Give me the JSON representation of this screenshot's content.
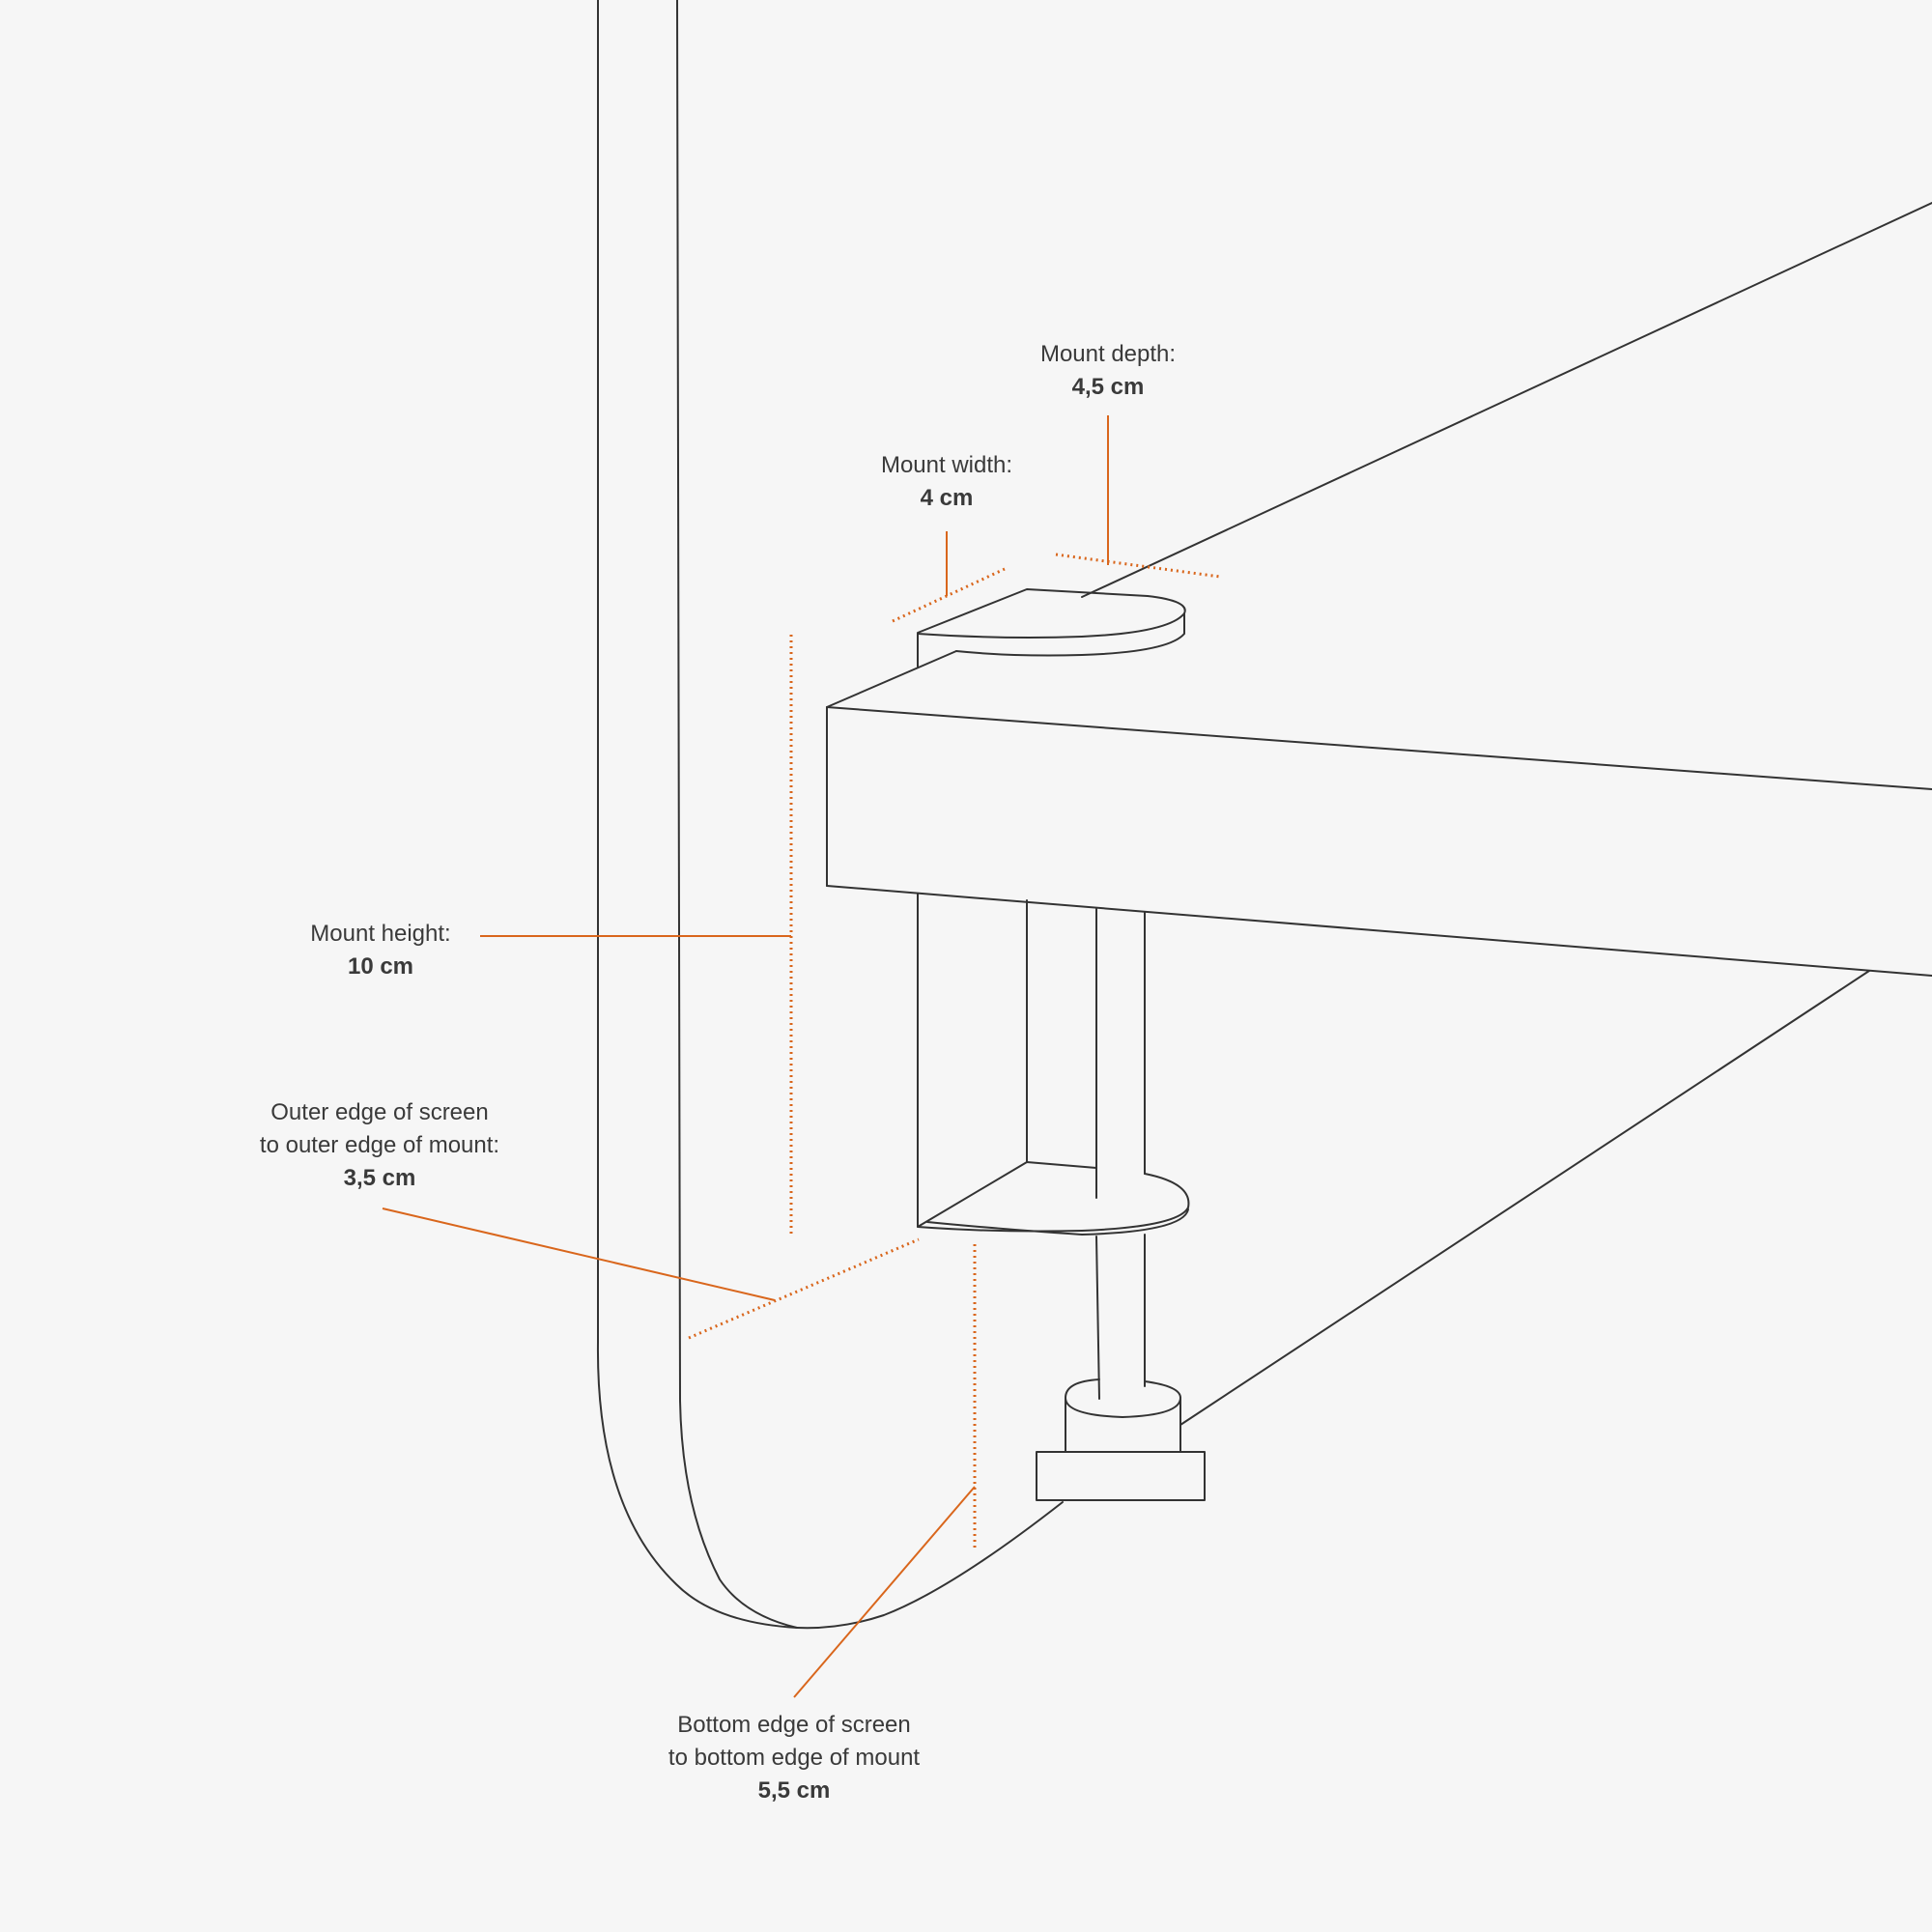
{
  "annotations": {
    "mount_depth": {
      "caption": "Mount depth:",
      "value": "4,5 cm"
    },
    "mount_width": {
      "caption": "Mount width:",
      "value": "4 cm"
    },
    "mount_height": {
      "caption": "Mount height:",
      "value": "10 cm"
    },
    "outer_edge": {
      "caption_line1": "Outer edge of screen",
      "caption_line2": "to outer edge of mount:",
      "value": "3,5 cm"
    },
    "bottom_edge": {
      "caption_line1": "Bottom edge of screen",
      "caption_line2": "to bottom edge of mount",
      "value": "5,5 cm"
    }
  },
  "colors": {
    "background": "#f6f6f6",
    "line_art": "#333333",
    "dimension_lines": "#d9661c",
    "text": "#3a3a3a"
  }
}
